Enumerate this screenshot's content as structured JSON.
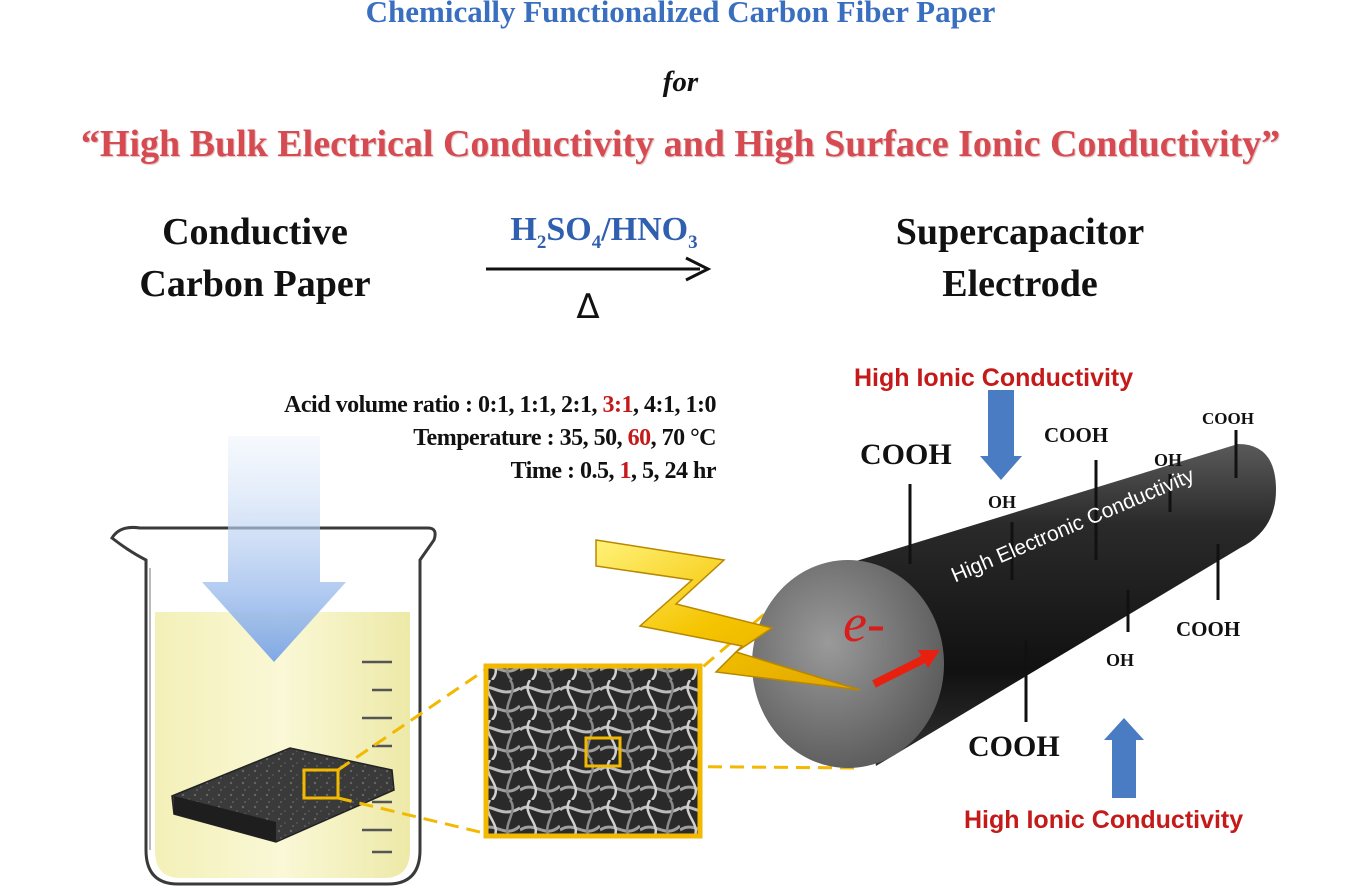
{
  "title": "Chemically Functionalized Carbon Fiber Paper",
  "connector": "for",
  "subtitle": "“High Bulk  Electrical Conductivity and High Surface Ionic Conductivity”",
  "left_label": [
    "Conductive",
    "Carbon Paper"
  ],
  "right_label": [
    "Supercapacitor",
    "Electrode"
  ],
  "reagent": {
    "h": "H",
    "two": "2",
    "so": "SO",
    "four": "4",
    "hn": "/HNO",
    "three": "3"
  },
  "heat_symbol": "Δ",
  "conditions": {
    "acid": {
      "label": "Acid volume ratio : ",
      "a": "0:1, 1:1, 2:1, ",
      "highlight": "3:1",
      "b": ", 4:1, 1:0"
    },
    "temp": {
      "label": "Temperature :  ",
      "a": "35, 50, ",
      "highlight": "60",
      "b": ", 70  °C"
    },
    "time": {
      "label": "Time : ",
      "a": "0.5, ",
      "highlight": "1",
      "b": ", 5, 24 hr"
    }
  },
  "ionic_label": "High Ionic Conductivity",
  "electronic_label": "High Electronic Conductivity",
  "electron_symbol": "e-",
  "groups": {
    "cooh": "COOH",
    "oh": "OH"
  },
  "colors": {
    "title_blue": "#3a6fc0",
    "subtitle_red": "#d64b52",
    "accent_red": "#c41a1a",
    "gold": "#f2b900",
    "arrow_blue": "#4a7cc4"
  }
}
